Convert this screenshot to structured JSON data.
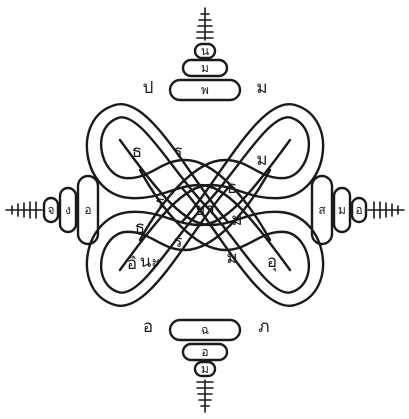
{
  "colors": {
    "ink": "#1a1a1a",
    "paper": "#ffffff"
  },
  "yantra": {
    "center_knot": {
      "cells": [
        "ธ",
        "ร",
        "ม",
        "ธ",
        "ร",
        "ม",
        "ธ",
        "ร",
        "ม",
        "ยา",
        "อิ",
        "อุ",
        "นะ"
      ]
    },
    "outer_syllables": [
      "ป",
      "ม",
      "อ",
      "ภ"
    ],
    "tiers": {
      "top": [
        "น",
        "ม",
        "พ"
      ],
      "bottom": [
        "ฉ",
        "อ",
        "ม"
      ],
      "left": [
        "จ",
        "ง",
        "อ"
      ],
      "right": [
        "ส",
        "ม",
        "อ"
      ]
    }
  }
}
